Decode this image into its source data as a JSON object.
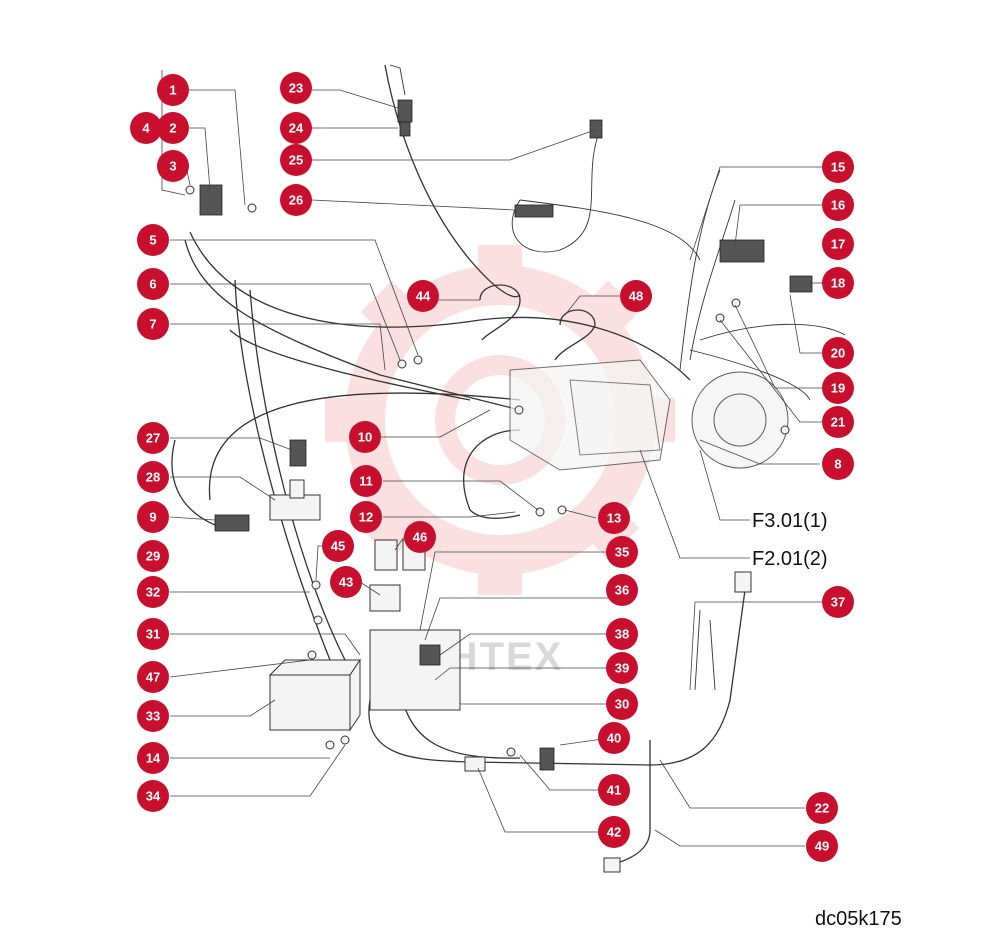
{
  "callouts": [
    "1",
    "2",
    "3",
    "4",
    "5",
    "6",
    "7",
    "8",
    "9",
    "10",
    "11",
    "12",
    "13",
    "14",
    "15",
    "16",
    "17",
    "18",
    "19",
    "20",
    "21",
    "22",
    "23",
    "24",
    "25",
    "26",
    "27",
    "28",
    "29",
    "30",
    "31",
    "32",
    "33",
    "34",
    "35",
    "36",
    "37",
    "38",
    "39",
    "40",
    "41",
    "42",
    "43",
    "44",
    "45",
    "46",
    "47",
    "48",
    "49"
  ],
  "references": [
    "F3.01(1)",
    "F2.01(2)"
  ],
  "drawing_code": "dc05k175",
  "watermark_text": "SHTEX",
  "colors": {
    "callout": "#c8102e",
    "watermark": "#f6c7c7",
    "line": "#333333"
  }
}
